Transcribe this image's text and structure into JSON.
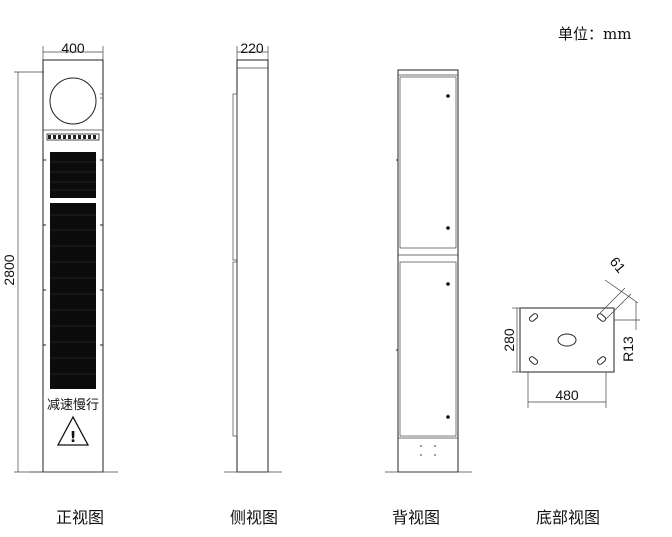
{
  "unit_label": "单位：mm",
  "front_view": {
    "caption": "正视图",
    "width_dim": "400",
    "height_dim": "2800",
    "sign_text": "减速慢行",
    "warning_symbol": "!"
  },
  "side_view": {
    "caption": "侧视图",
    "width_dim": "220"
  },
  "back_view": {
    "caption": "背视图"
  },
  "bottom_view": {
    "caption": "底部视图",
    "width_dim": "480",
    "height_dim": "280",
    "radius_dim": "R13",
    "diagonal_dim": "61"
  }
}
